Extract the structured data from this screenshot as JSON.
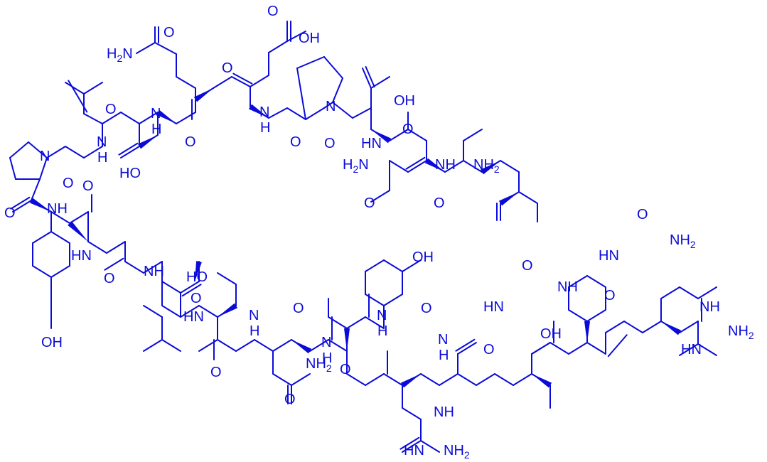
{
  "diagram": {
    "type": "peptide-structure",
    "line_color": "#0b0bd9",
    "background": "#ffffff",
    "labels": [
      {
        "id": "nh2-gln",
        "t": "H",
        "sub": "2",
        "post": "N"
      },
      {
        "id": "o-gln-side",
        "t": "O"
      },
      {
        "id": "o-glu-acid",
        "t": "O"
      },
      {
        "id": "oh-glu",
        "t": "OH"
      },
      {
        "id": "o-glu-co",
        "t": "O"
      },
      {
        "id": "nh-glu",
        "t": "N",
        "pre": "",
        "sub": "",
        "post": "",
        "under": "H"
      },
      {
        "id": "o-gln-co",
        "t": "O"
      },
      {
        "id": "nh-gln",
        "t": "N",
        "under": "H"
      },
      {
        "id": "nh-val",
        "t": "N",
        "under": "H"
      },
      {
        "id": "o-thr1",
        "t": "O"
      },
      {
        "id": "ho-thr1",
        "t": "HO"
      },
      {
        "id": "n-pro1",
        "t": "N"
      },
      {
        "id": "o-val",
        "t": "O"
      },
      {
        "id": "o-pro1",
        "t": "O"
      },
      {
        "id": "nh-tyr1",
        "t": "NH"
      },
      {
        "id": "o-tyr1",
        "t": "O"
      },
      {
        "id": "hn-gly1",
        "t": "HN"
      },
      {
        "id": "oh-tyr1",
        "t": "OH"
      },
      {
        "id": "o-gly1",
        "t": "O"
      },
      {
        "id": "nh-leu",
        "t": "NH"
      },
      {
        "id": "oh-ser1",
        "t": "HO"
      },
      {
        "id": "o-leu",
        "t": "O"
      },
      {
        "id": "hn-ser1",
        "t": "HN"
      },
      {
        "id": "o-ser1",
        "t": "O"
      },
      {
        "id": "nh-asn1",
        "t": "N",
        "under": "H"
      },
      {
        "id": "o-asn1",
        "t": "O"
      },
      {
        "id": "nh2-asn1",
        "t": "NH",
        "sub": "2"
      },
      {
        "id": "o-asn1-side",
        "t": "O"
      },
      {
        "id": "nh-tyr2",
        "t": "N",
        "under": "H"
      },
      {
        "id": "o-tyr2",
        "t": "O"
      },
      {
        "id": "oh-tyr2",
        "t": "OH"
      },
      {
        "id": "nh-arg1",
        "t": "N",
        "under": "H"
      },
      {
        "id": "o-arg1",
        "t": "O"
      },
      {
        "id": "nh-arg1-side",
        "t": "NH"
      },
      {
        "id": "hn-arg1-guan",
        "t": "HN"
      },
      {
        "id": "nh2-arg1-guan",
        "t": "NH",
        "sub": "2"
      },
      {
        "id": "nh-gly2",
        "t": "N",
        "under": "H"
      },
      {
        "id": "o-gly2",
        "t": "O"
      },
      {
        "id": "hn-ser2",
        "t": "HN"
      },
      {
        "id": "oh-ser2",
        "t": "OH"
      },
      {
        "id": "o-ser2",
        "t": "O"
      },
      {
        "id": "nh-phe",
        "t": "NH"
      },
      {
        "id": "o-phe",
        "t": "O"
      },
      {
        "id": "hn-arg2",
        "t": "HN"
      },
      {
        "id": "o-arg2",
        "t": "O"
      },
      {
        "id": "nh2-arg2",
        "t": "NH",
        "sub": "2"
      },
      {
        "id": "nh-arg2-side",
        "t": "NH"
      },
      {
        "id": "nh2-arg2-guan",
        "t": "NH",
        "sub": "2"
      },
      {
        "id": "hn-arg2-guan",
        "t": "HN"
      },
      {
        "id": "o-pro2",
        "t": "O"
      },
      {
        "id": "n-pro2",
        "t": "N"
      },
      {
        "id": "o-thr2",
        "t": "O"
      },
      {
        "id": "oh-thr2",
        "t": "OH"
      },
      {
        "id": "hn-thr2",
        "t": "HN"
      },
      {
        "id": "o-asn2",
        "t": "O"
      },
      {
        "id": "h2n-asn2",
        "t": "H",
        "sub": "2",
        "post": "N"
      },
      {
        "id": "o-asn2-side",
        "t": "O"
      },
      {
        "id": "nh-asn2",
        "t": "NH"
      },
      {
        "id": "o-ile",
        "t": "O"
      },
      {
        "id": "nh2-ile",
        "t": "NH",
        "sub": "2"
      }
    ]
  }
}
